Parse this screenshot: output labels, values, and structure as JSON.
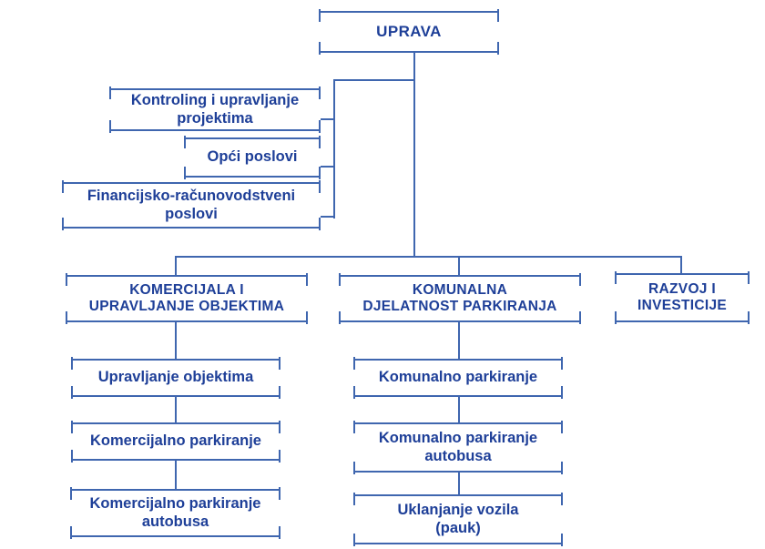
{
  "palette": {
    "line_color": "#3f66af",
    "text_color": "#1e3f98",
    "background_color": "#ffffff"
  },
  "org": {
    "root": {
      "label": "UPRAVA"
    },
    "staff_units": [
      {
        "label": "Kontroling i upravljanje\nprojektima"
      },
      {
        "label": "Opći poslovi"
      },
      {
        "label": "Financijsko-računovodstveni\nposlovi"
      }
    ],
    "divisions": [
      {
        "label": "KOMERCIJALA I\nUPRAVLJANJE OBJEKTIMA",
        "units": [
          {
            "label": "Upravljanje objektima"
          },
          {
            "label": "Komercijalno parkiranje"
          },
          {
            "label": "Komercijalno parkiranje\nautobusa"
          }
        ]
      },
      {
        "label": "KOMUNALNA\nDJELATNOST PARKIRANJA",
        "units": [
          {
            "label": "Komunalno parkiranje"
          },
          {
            "label": "Komunalno parkiranje\nautobusa"
          },
          {
            "label": "Uklanjanje vozila\n(pauk)"
          }
        ]
      },
      {
        "label": "RAZVOJ I\nINVESTICIJE",
        "units": []
      }
    ]
  }
}
